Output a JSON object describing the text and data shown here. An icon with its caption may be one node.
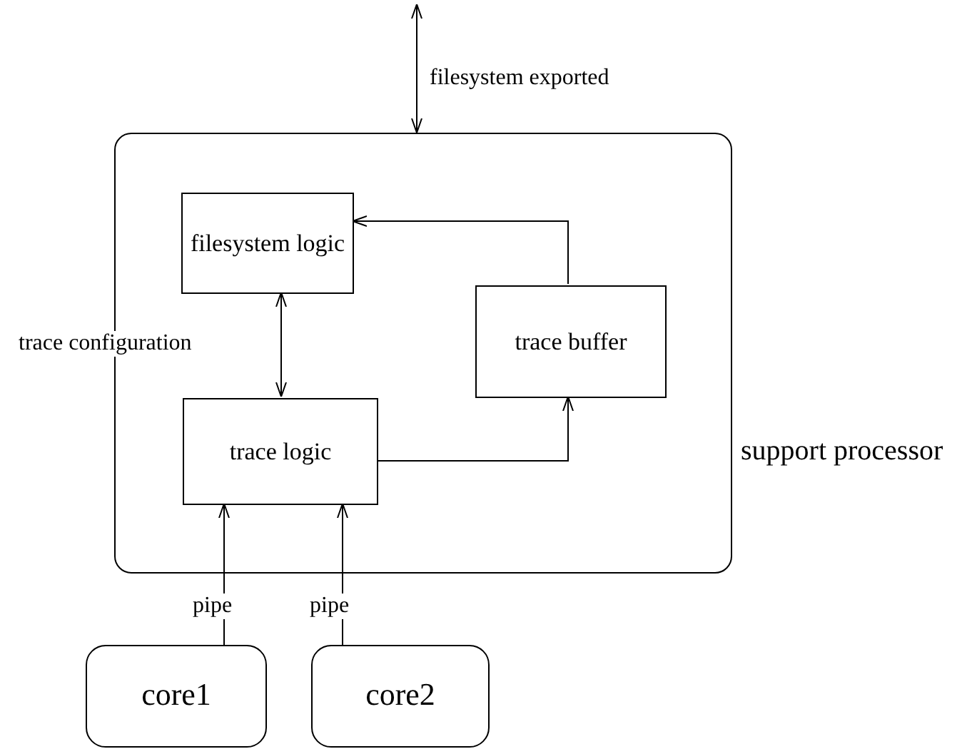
{
  "diagram": {
    "nodes": [
      {
        "text": [
          "support processor"
        ]
      },
      {
        "text": [
          "filesystem logic"
        ],
        "in": 0
      },
      {
        "text": [
          "trace buffer"
        ],
        "in": 0
      },
      {
        "text": [
          "trace logic"
        ],
        "in": 0
      },
      {
        "text": [
          "core1"
        ]
      },
      {
        "text": [
          "core2"
        ]
      }
    ],
    "edges": [
      {
        "from": null,
        "to": 0,
        "arrow": "both",
        "label": "filesystem exported"
      },
      {
        "from": 1,
        "to": 3,
        "arrow": "both",
        "label": "trace configuration"
      },
      {
        "from": 3,
        "to": 2,
        "arrow": "to"
      },
      {
        "from": 2,
        "to": 1,
        "arrow": "to"
      },
      {
        "from": 4,
        "to": 3,
        "arrow": "to",
        "label": "pipe"
      },
      {
        "from": 5,
        "to": 3,
        "arrow": "to",
        "label": "pipe"
      }
    ]
  }
}
